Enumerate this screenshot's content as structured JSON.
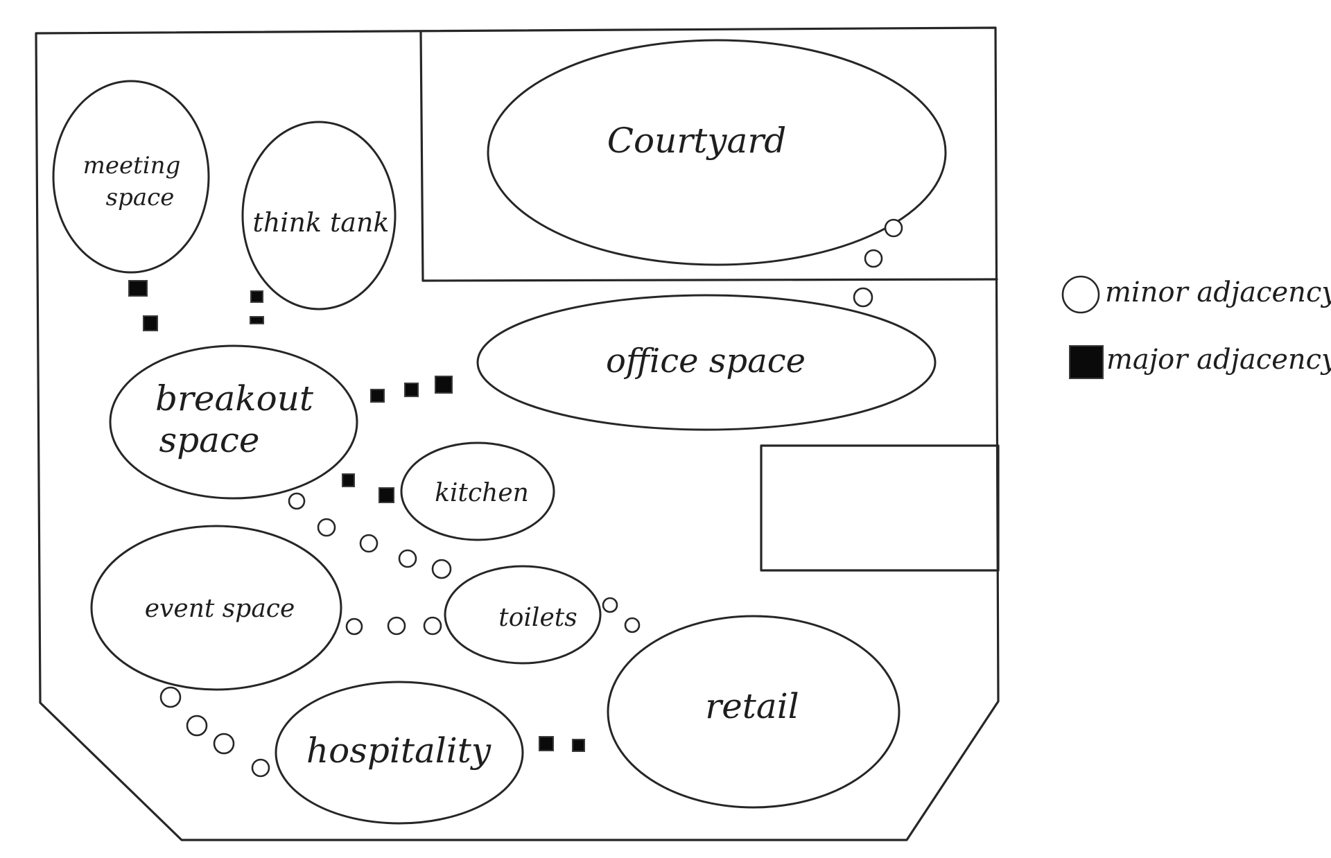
{
  "rooms": {
    "meeting_space": {
      "line1": "meeting",
      "line2": "space"
    },
    "think_tank": {
      "label": "think tank"
    },
    "courtyard": {
      "label": "Courtyard"
    },
    "office_space": {
      "label": "office space"
    },
    "breakout_space": {
      "line1": "breakout",
      "line2": "space"
    },
    "kitchen": {
      "label": "kitchen"
    },
    "event_space": {
      "label": "event space"
    },
    "toilets": {
      "label": "toilets"
    },
    "hospitality": {
      "label": "hospitality"
    },
    "retail": {
      "label": "retail"
    }
  },
  "legend": {
    "minor": {
      "label": "minor adjacency",
      "icon": "hollow-circle"
    },
    "major": {
      "label": "major adjacency",
      "icon": "filled-square"
    }
  },
  "colors": {
    "line": "#262626",
    "major_fill": "#0a0a0a",
    "background": "#ffffff"
  }
}
